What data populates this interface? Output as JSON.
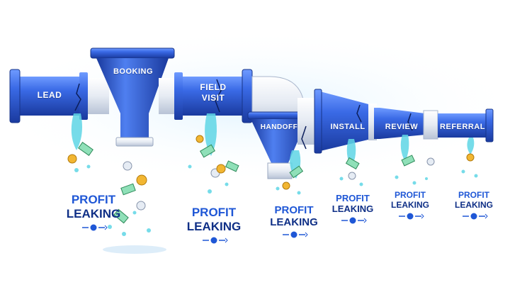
{
  "stages": [
    {
      "id": "lead",
      "label": "LEAD"
    },
    {
      "id": "booking",
      "label": "BOOKING"
    },
    {
      "id": "field-visit",
      "label": "FIELD\nVISIT"
    },
    {
      "id": "handoff",
      "label": "HANDOFF"
    },
    {
      "id": "install",
      "label": "INSTALL"
    },
    {
      "id": "review",
      "label": "REVIEW"
    },
    {
      "id": "referral",
      "label": "REFERRAL"
    }
  ],
  "leak_labels": [
    {
      "line1": "PROFIT",
      "line2": "LEAKING"
    },
    {
      "line1": "PROFIT",
      "line2": "LEAKING"
    },
    {
      "line1": "PROFIT",
      "line2": "LEAKING"
    },
    {
      "line1": "PROFIT",
      "line2": "LEAKING"
    },
    {
      "line1": "PROFIT",
      "line2": "LEAKING"
    },
    {
      "line1": "PROFIT",
      "line2": "LEAKING"
    }
  ],
  "colors": {
    "pipe_blue": "#2f5fd8",
    "pipe_dark": "#1a3a9e",
    "pipe_white": "#e8edf5",
    "water": "#5fd6e6",
    "money": "#8fe0b8",
    "coin": "#f2b632",
    "text_blue": "#1f57d6",
    "text_navy": "#0f2f86"
  },
  "icons": [
    "money-bag-icon",
    "arrow-right-icon",
    "crack-icon",
    "coin-icon",
    "banknote-icon",
    "water-drop-icon"
  ]
}
